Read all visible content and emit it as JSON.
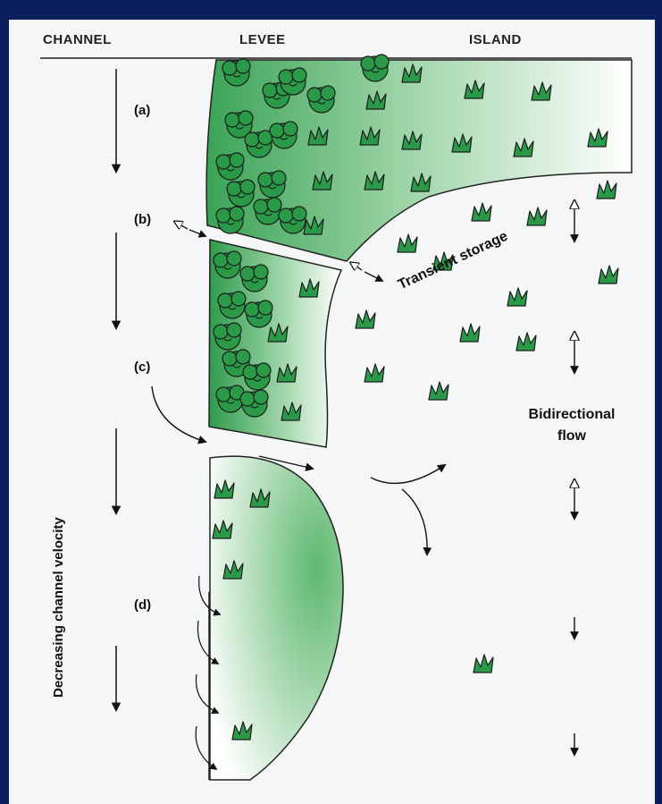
{
  "headers": {
    "channel": "CHANNEL",
    "levee": "LEVEE",
    "island": "ISLAND"
  },
  "labels": {
    "a": "(a)",
    "b": "(b)",
    "c": "(c)",
    "d": "(d)"
  },
  "annotations": {
    "transient_storage": "Transient storage",
    "bidirectional_line1": "Bidirectional",
    "bidirectional_line2": "flow",
    "channel_velocity": "Decreasing channel velocity"
  },
  "colors": {
    "background": "#0c1e5b",
    "panel": "#f4f6f7",
    "vegetation_dark": "#2a9a49",
    "vegetation_light": "#ffffff",
    "outline": "#222222"
  }
}
